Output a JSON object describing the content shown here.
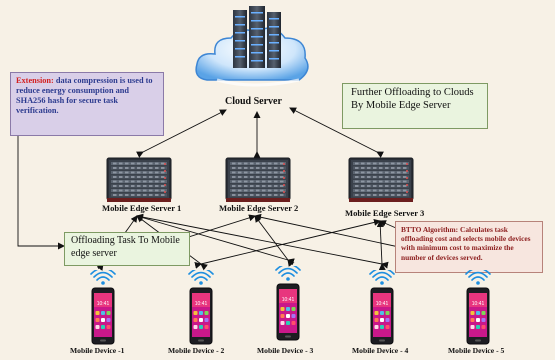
{
  "colors": {
    "background": "#f7f1e6",
    "arrow": "#111111",
    "ext_box_bg": "#d9cfe8",
    "ext_text": "#2c3b8f",
    "ext_title": "#d42020",
    "green_box_bg": "#eaf4df",
    "btto_box_bg": "#f7e6df",
    "btto_text": "#8d1f1f"
  },
  "cloud": {
    "label": "Cloud Server",
    "icon": "cloud-server-icon"
  },
  "extension_note": {
    "title": "Extension:",
    "text": " data compression is used to reduce energy consumption and SHA256 hash for secure task verification."
  },
  "further_offloading_note": {
    "text": "Further Offloading to Clouds By Mobile Edge Server"
  },
  "offloading_task_note": {
    "text": "Offloading Task To Mobile edge server"
  },
  "btto_note": {
    "text": "BTTO Algorithm: Calculates task offloading cost and selects mobile devices with minimum cost to maximize the number of devices served."
  },
  "edge_servers": [
    {
      "label": "Mobile Edge Server 1",
      "icon": "edge-server-icon"
    },
    {
      "label": "Mobile Edge Server 2",
      "icon": "edge-server-icon"
    },
    {
      "label": "Mobile Edge Server 3",
      "icon": "edge-server-icon"
    }
  ],
  "mobile_devices": [
    {
      "label": "Mobile Device -1",
      "icon": "smartphone-icon"
    },
    {
      "label": "Mobile Device - 2",
      "icon": "smartphone-icon"
    },
    {
      "label": "Mobile Device - 3",
      "icon": "smartphone-icon"
    },
    {
      "label": "Mobile Device - 4",
      "icon": "smartphone-icon"
    },
    {
      "label": "Mobile Device - 5",
      "icon": "smartphone-icon"
    }
  ],
  "links": {
    "device_to_edge": [
      [
        0,
        0
      ],
      [
        0,
        1
      ],
      [
        1,
        0
      ],
      [
        1,
        2
      ],
      [
        2,
        0
      ],
      [
        2,
        1
      ],
      [
        3,
        0
      ],
      [
        3,
        2
      ],
      [
        4,
        1
      ],
      [
        4,
        2
      ]
    ],
    "edge_to_cloud": [
      0,
      1,
      2
    ]
  }
}
